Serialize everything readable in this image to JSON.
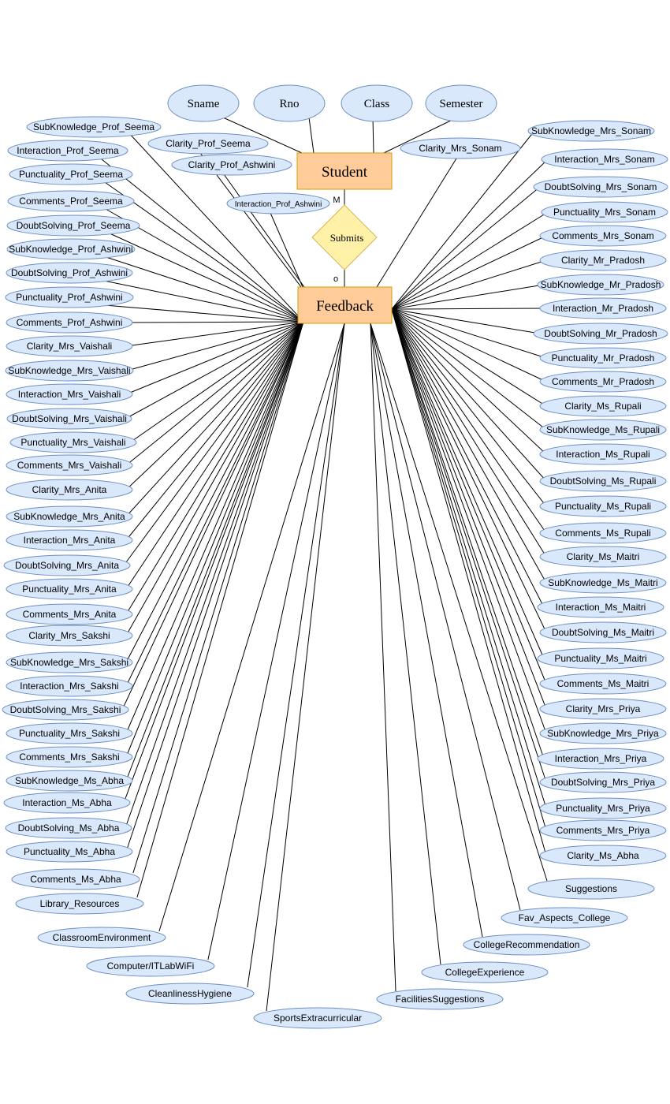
{
  "entities": {
    "student": "Student",
    "feedback": "Feedback"
  },
  "relationship": {
    "label": "Submits",
    "card_student": "M",
    "card_feedback": "o"
  },
  "student_attributes": [
    "Sname",
    "Rno",
    "Class",
    "Semester"
  ],
  "feedback_attributes_left": [
    "SubKnowledge_Prof_Seema",
    "Interaction_Prof_Seema",
    "Punctuality_Prof_Seema",
    "Comments_Prof_Seema",
    "DoubtSolving_Prof_Seema",
    "SubKnowledge_Prof_Ashwini",
    "DoubtSolving_Prof_Ashwini",
    "Punctuality_Prof_Ashwini",
    "Comments_Prof_Ashwini",
    "Clarity_Mrs_Vaishali",
    "SubKnowledge_Mrs_Vaishali",
    "Interaction_Mrs_Vaishali",
    "DoubtSolving_Mrs_Vaishali",
    "Punctuality_Mrs_Vaishali",
    "Comments_Mrs_Vaishali",
    "Clarity_Mrs_Anita",
    "SubKnowledge_Mrs_Anita",
    "Interaction_Mrs_Anita",
    "DoubtSolving_Mrs_Anita",
    "Punctuality_Mrs_Anita",
    "Comments_Mrs_Anita",
    "Clarity_Mrs_Sakshi",
    "SubKnowledge_Mrs_Sakshi",
    "Interaction_Mrs_Sakshi",
    "DoubtSolving_Mrs_Sakshi",
    "Punctuality_Mrs_Sakshi",
    "Comments_Mrs_Sakshi",
    "SubKnowledge_Ms_Abha",
    "Interaction_Ms_Abha",
    "DoubtSolving_Ms_Abha",
    "Punctuality_Ms_Abha",
    "Comments_Ms_Abha",
    "Library_Resources",
    "ClassroomEnvironment",
    "Computer/ITLabWiFi",
    "CleanlinessHygiene",
    "SportsExtracurricular"
  ],
  "feedback_attributes_top": [
    "Clarity_Prof_Seema",
    "Clarity_Prof_Ashwini",
    "Interaction_Prof_Ashwini",
    "Clarity_Mrs_Sonam"
  ],
  "feedback_attributes_right": [
    "SubKnowledge_Mrs_Sonam",
    "Interaction_Mrs_Sonam",
    "DoubtSolving_Mrs_Sonam",
    "Punctuality_Mrs_Sonam",
    "Comments_Mrs_Sonam",
    "Clarity_Mr_Pradosh",
    "SubKnowledge_Mr_Pradosh",
    "Interaction_Mr_Pradosh",
    "DoubtSolving_Mr_Pradosh",
    "Punctuality_Mr_Pradosh",
    "Comments_Mr_Pradosh",
    "Clarity_Ms_Rupali",
    "SubKnowledge_Ms_Rupali",
    "Interaction_Ms_Rupali",
    "DoubtSolving_Ms_Rupali",
    "Punctuality_Ms_Rupali",
    "Comments_Ms_Rupali",
    "Clarity_Ms_Maitri",
    "SubKnowledge_Ms_Maitri",
    "Interaction_Ms_Maitri",
    "DoubtSolving_Ms_Maitri",
    "Punctuality_Ms_Maitri",
    "Comments_Ms_Maitri",
    "Clarity_Mrs_Priya",
    "SubKnowledge_Mrs_Priya",
    "Interaction_Mrs_Priya",
    "DoubtSolving_Mrs_Priya",
    "Punctuality_Mrs_Priya",
    "Comments_Mrs_Priya",
    "Clarity_Ms_Abha",
    "Suggestions",
    "Fav_Aspects_College",
    "CollegeRecommendation",
    "CollegeExperience",
    "FacilitiesSuggestions"
  ]
}
